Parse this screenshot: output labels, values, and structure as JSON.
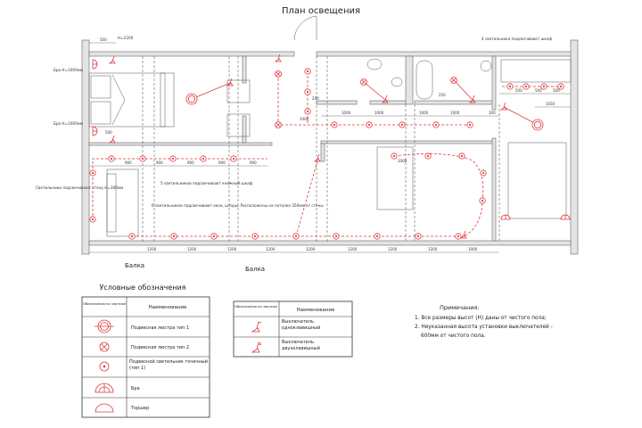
{
  "title": "План освещения",
  "colors": {
    "lighting": "#e0393e",
    "wall": "#e4e4e4",
    "lines": "#444444"
  },
  "plan_labels": {
    "beam_left": "Балка",
    "beam_mid": "Балка",
    "bra_top": "Бра H=1000мм",
    "bra_bottom": "Бра H=1000мм",
    "height_top": "H=2200",
    "wall_lights": "Светильники подсвечивают стену H=300мм",
    "bookcase_lights": "5 светильников подсвечивают книжный шкаф",
    "window_lights": "6 светильников подсвечивают окна, шторы. Расположены на потолке 350мм от стены",
    "wardrobe_lights": "4 светильника подсвечивают шкаф"
  },
  "dimensions": [
    "500",
    "500",
    "1200",
    "1200",
    "1200",
    "1200",
    "1200",
    "1200",
    "1200",
    "1200",
    "1000",
    "900",
    "900",
    "900",
    "900",
    "900",
    "1000",
    "1000",
    "1000",
    "1000",
    "500",
    "500",
    "500",
    "1050",
    "300",
    "250",
    "250",
    "1000",
    "1000"
  ],
  "legend": {
    "title": "Условные обозначения",
    "header_symbol": "Обозначения на чертеже",
    "header_name": "Наименование",
    "items": [
      {
        "icon": "chandelier-type1-icon",
        "name": "Подвесная люстра тип 1"
      },
      {
        "icon": "chandelier-type2-icon",
        "name": "Подвесная люстра тип 2"
      },
      {
        "icon": "spot-light-icon",
        "name": "Подвесной светильник точечный (тип 1)"
      },
      {
        "icon": "wall-sconce-icon",
        "name": "Бра"
      },
      {
        "icon": "torchere-icon",
        "name": "Торшер"
      }
    ]
  },
  "switch_legend": {
    "header_symbol": "Обозначения на чертеже",
    "header_name": "Наименование",
    "items": [
      {
        "icon": "single-switch-icon",
        "name": "Выключатель одноклавишный"
      },
      {
        "icon": "double-switch-icon",
        "name": "Выключатель двухклавишный"
      }
    ]
  },
  "notes": {
    "title": "Примечания:",
    "items": [
      "1. Все размеры высот (H) даны от чистого пола;",
      "2. Неуказанная высота установки выключателей -",
      "600мм от чистого пола."
    ]
  }
}
